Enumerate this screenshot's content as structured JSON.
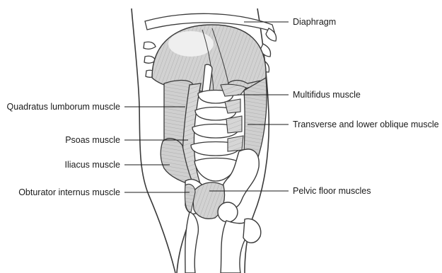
{
  "labels": {
    "diaphragm": "Diaphragm",
    "multifidus": "Multifidus muscle",
    "transverse": "Transverse and lower oblique muscle",
    "pelvic_floor": "Pelvic floor muscles",
    "quadratus": "Quadratus lumborum muscle",
    "psoas": "Psoas muscle",
    "iliacus": "Iliacus muscle",
    "obturator": "Obturator internus muscle"
  },
  "colors": {
    "muscle": "#d9d9d9",
    "muscle_dark": "#bdbdbd",
    "bone": "#ffffff",
    "outline": "#3a3a3a",
    "leader": "#1a1a1a"
  }
}
